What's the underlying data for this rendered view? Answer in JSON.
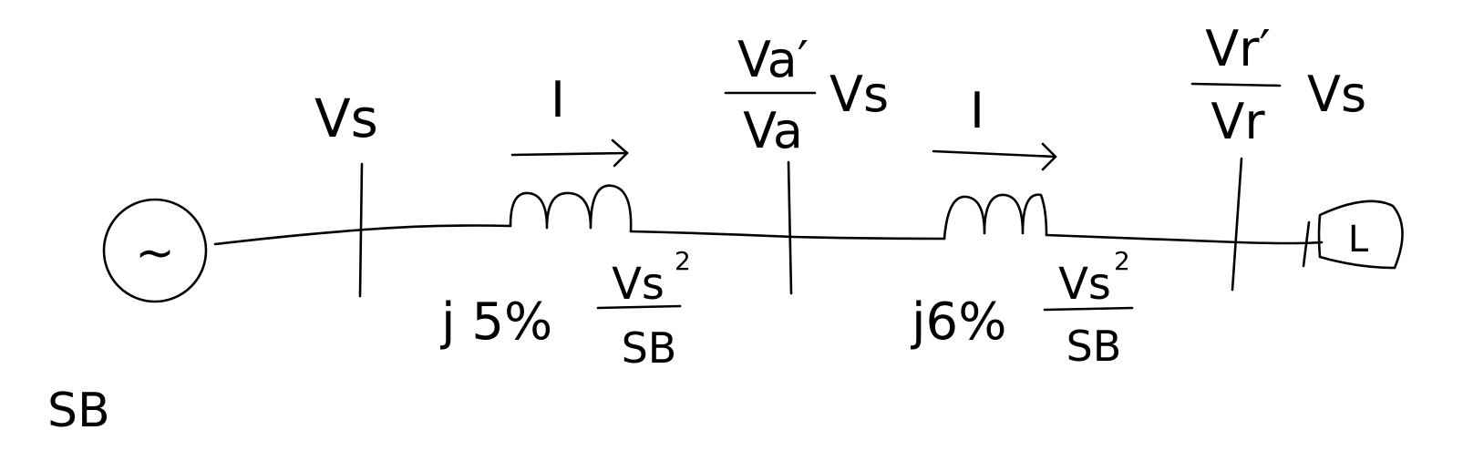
{
  "labels": {
    "bus_sending_voltage": "Vs",
    "current_1": "I",
    "current_2": "I",
    "bus_a_num": "Va′",
    "bus_a_den": "Va",
    "bus_a_suffix": "Vs",
    "bus_r_num": "Vr′",
    "bus_r_den": "Vr",
    "bus_r_suffix": "Vs",
    "impedance_1_prefix": "j 5%",
    "impedance_1_num_base": "Vs",
    "impedance_1_num_exp": "2",
    "impedance_1_den": "SB",
    "impedance_2_prefix": "j6%",
    "impedance_2_num_base": "Vs",
    "impedance_2_num_exp": "2",
    "impedance_2_den": "SB",
    "source_symbol": "~",
    "load_symbol": "L",
    "base_power": "SB"
  },
  "icons": {
    "source": "ac-source-icon",
    "load": "load-icon",
    "inductor": "inductor-icon",
    "arrow": "arrow-right-icon"
  },
  "colors": {
    "ink": "#000000",
    "background": "#ffffff"
  }
}
